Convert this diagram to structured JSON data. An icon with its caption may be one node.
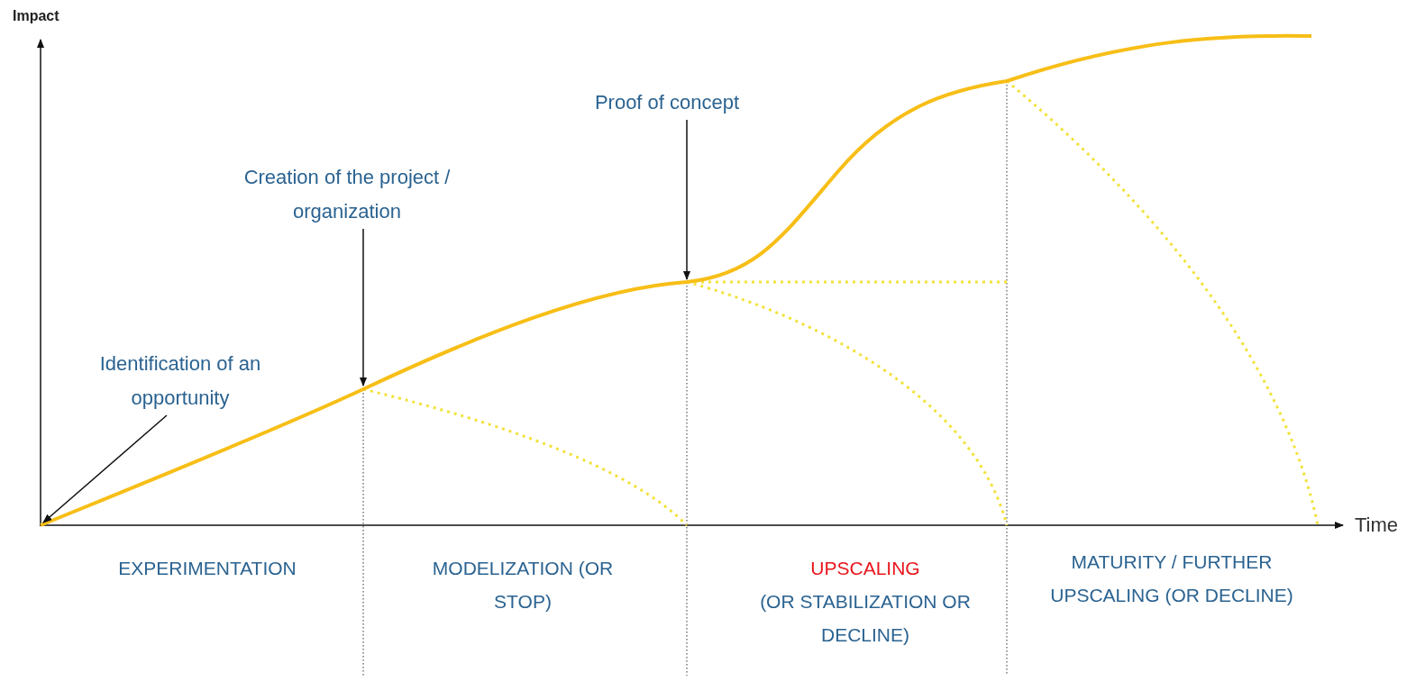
{
  "diagram": {
    "nodes": [
      {
        "text": [
          "Identification of an opportunity"
        ]
      },
      {
        "text": [
          "Creation of the project / organization"
        ]
      },
      {
        "text": [
          "Proof of concept"
        ]
      }
    ],
    "edges": [
      {
        "from": 0,
        "to": null,
        "arrow": "to"
      },
      {
        "from": 1,
        "to": null,
        "arrow": "to"
      },
      {
        "from": 2,
        "to": null,
        "arrow": "to"
      }
    ],
    "labels": [
      "Impact",
      "Time",
      "EXPERIMENTATION",
      "MODELIZATION (OR STOP)",
      "UPSCALING",
      "(OR STABILIZATION OR DECLINE)",
      "MATURITY / FURTHER UPSCALING (OR DECLINE)"
    ]
  }
}
